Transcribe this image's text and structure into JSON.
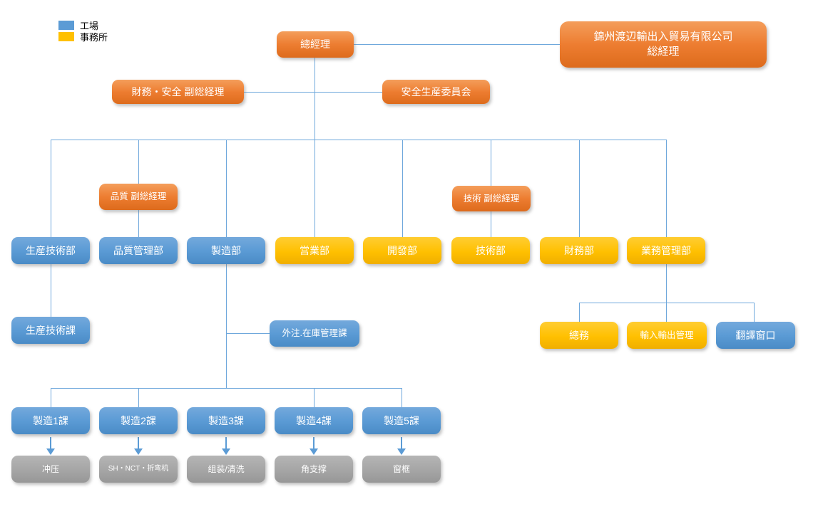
{
  "legend": {
    "items": [
      {
        "label": "工場",
        "color": "#5B9BD5"
      },
      {
        "label": "事務所",
        "color": "#FFC000"
      }
    ]
  },
  "nodes": {
    "ceo": "總經理",
    "company_line1": "錦州渡辺輸出入貿易有限公司",
    "company_line2": "総経理",
    "finance_safety_vgm": "財務・安全 副総経理",
    "safety_committee": "安全生産委員会",
    "quality_vgm": "品質 副総経理",
    "tech_vgm": "技術 副総経理",
    "dept_production_tech": "生産技術部",
    "dept_quality_mgmt": "品質管理部",
    "dept_manufacturing": "製造部",
    "dept_sales": "営業部",
    "dept_development": "開發部",
    "dept_technology": "技術部",
    "dept_finance": "財務部",
    "dept_business_mgmt": "業務管理部",
    "sec_production_tech": "生産技術課",
    "sec_outsourcing_inventory": "外注.在庫管理課",
    "sec_general_affairs": "總務",
    "sec_import_export": "輸入輸出管理",
    "sec_translation": "翻譯窗口",
    "mfg_section_1": "製造1課",
    "mfg_section_2": "製造2課",
    "mfg_section_3": "製造3課",
    "mfg_section_4": "製造4課",
    "mfg_section_5": "製造5課",
    "process_1": "冲压",
    "process_2": "SH・NCT・折弯机",
    "process_3": "组装/清洗",
    "process_4": "角支撑",
    "process_5": "窗框"
  },
  "colors": {
    "factory_blue": "#5B9BD5",
    "office_yellow": "#FFC000",
    "management_orange": "#ED7D31",
    "process_gray": "#A5A5A5",
    "connector_blue": "#6FA8DC"
  }
}
